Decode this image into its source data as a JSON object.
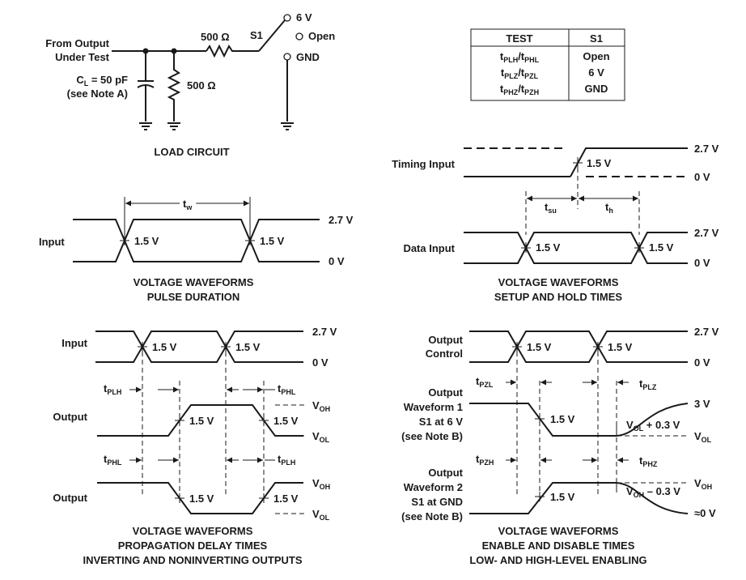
{
  "load_circuit": {
    "from_output_line1": "From Output",
    "from_output_line2": "Under Test",
    "cl_label": "C",
    "cl_sub": "L",
    "cl_value": " = 50 pF",
    "cl_note": "(see Note A)",
    "r_top": "500 Ω",
    "r_side": "500 Ω",
    "switch": "S1",
    "pos_6v": "6 V",
    "pos_open": "Open",
    "pos_gnd": "GND",
    "title": "LOAD CIRCUIT"
  },
  "test_table": {
    "headers": [
      "TEST",
      "S1"
    ],
    "rows": [
      {
        "a": "t",
        "a_sub": "PLH",
        "b": "/t",
        "b_sub": "PHL",
        "s1": "Open"
      },
      {
        "a": "t",
        "a_sub": "PLZ",
        "b": "/t",
        "b_sub": "PZL",
        "s1": "6 V"
      },
      {
        "a": "t",
        "a_sub": "PHZ",
        "b": "/t",
        "b_sub": "PZH",
        "s1": "GND"
      }
    ]
  },
  "pulse": {
    "input_label": "Input",
    "tw": "t",
    "tw_sub": "w",
    "v15": "1.5 V",
    "v27": "2.7 V",
    "v0": "0 V",
    "title1": "VOLTAGE WAVEFORMS",
    "title2": "PULSE DURATION"
  },
  "setup": {
    "timing_label": "Timing Input",
    "data_label": "Data Input",
    "v15": "1.5 V",
    "v27": "2.7 V",
    "v0": "0 V",
    "tsu": "t",
    "tsu_sub": "su",
    "th": "t",
    "th_sub": "h",
    "title1": "VOLTAGE WAVEFORMS",
    "title2": "SETUP AND HOLD TIMES"
  },
  "prop": {
    "input_label": "Input",
    "output_label": "Output",
    "v15": "1.5 V",
    "v27": "2.7 V",
    "v0": "0 V",
    "t": "t",
    "plh": "PLH",
    "phl": "PHL",
    "voh": "V",
    "voh_sub": "OH",
    "vol": "V",
    "vol_sub": "OL",
    "title1": "VOLTAGE WAVEFORMS",
    "title2": "PROPAGATION DELAY TIMES",
    "title3": "INVERTING AND NONINVERTING OUTPUTS"
  },
  "enable": {
    "oc_line1": "Output",
    "oc_line2": "Control",
    "w1_line1": "Output",
    "w1_line2": "Waveform 1",
    "w1_line3": "S1 at 6 V",
    "w1_line4": "(see Note B)",
    "w2_line1": "Output",
    "w2_line2": "Waveform 2",
    "w2_line3": "S1 at GND",
    "w2_line4": "(see Note B)",
    "v15": "1.5 V",
    "v27": "2.7 V",
    "v0": "0 V",
    "v3": "3 V",
    "t": "t",
    "pzl": "PZL",
    "plz": "PLZ",
    "pzh": "PZH",
    "phz": "PHZ",
    "v": "V",
    "ol": "OL",
    "oh": "OH",
    "vol_plus": " + 0.3 V",
    "voh_minus": " – 0.3 V",
    "approx0": "≈0 V",
    "title1": "VOLTAGE WAVEFORMS",
    "title2": "ENABLE AND DISABLE TIMES",
    "title3": "LOW- AND HIGH-LEVEL ENABLING"
  }
}
